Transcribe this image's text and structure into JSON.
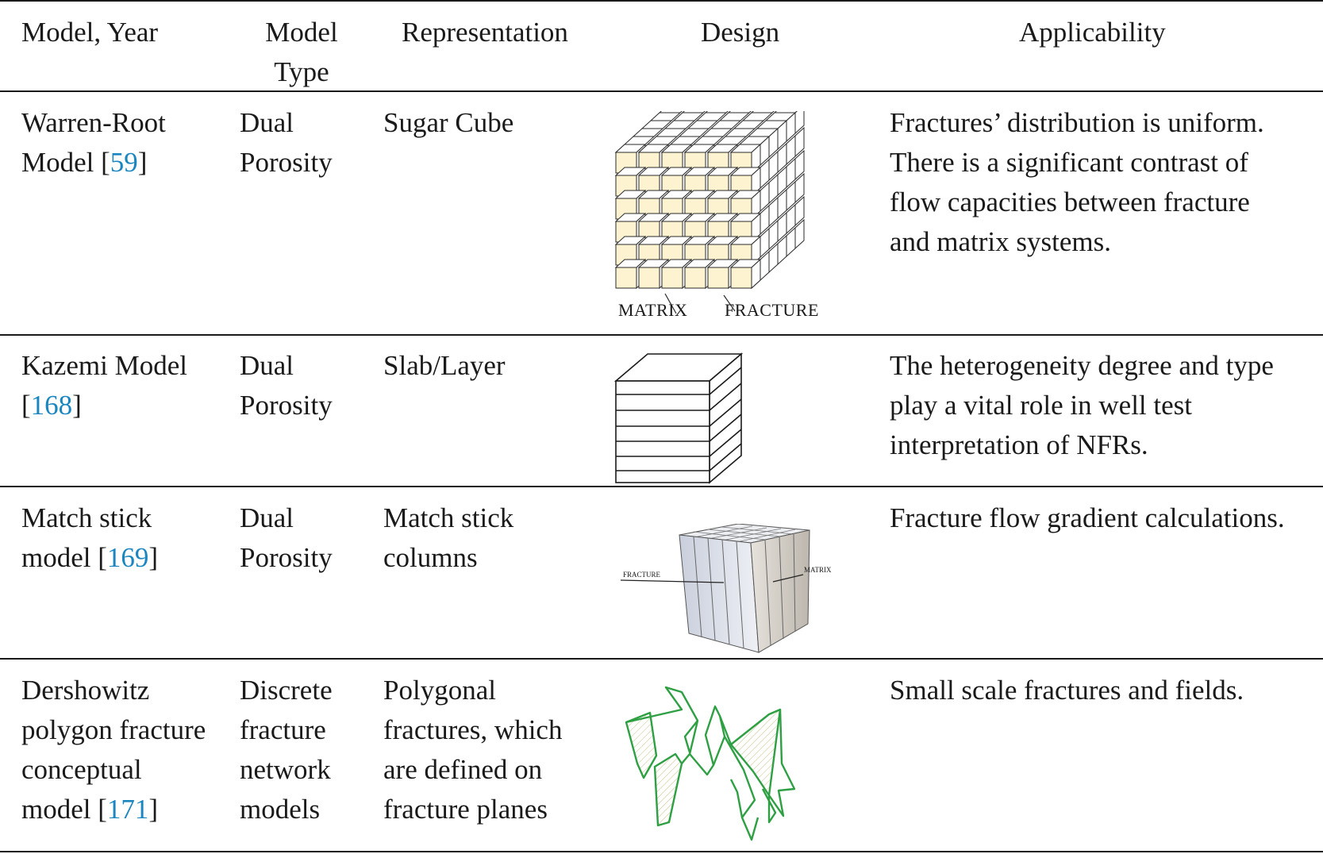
{
  "header": {
    "model_year": "Model, Year",
    "model_type_line1": "Model",
    "model_type_line2": "Type",
    "representation": "Representation",
    "design": "Design",
    "applicability": "Applicability"
  },
  "rows": [
    {
      "model_line1": "Warren-Root",
      "model_line2_prefix": "Model [",
      "ref": "59",
      "model_line2_suffix": "]",
      "type_line1": "Dual",
      "type_line2": "Porosity",
      "representation_lines": [
        "Sugar Cube"
      ],
      "design_labels": {
        "matrix": "MATRIX",
        "fracture": "FRACTURE"
      },
      "applicability_lines": [
        "Fractures’ distribution is uniform.",
        "There is a significant contrast of",
        "flow capacities between fracture",
        "and matrix systems."
      ]
    },
    {
      "model_line1": "Kazemi Model",
      "model_line2_prefix": "[",
      "ref": "168",
      "model_line2_suffix": "]",
      "type_line1": "Dual",
      "type_line2": "Porosity",
      "representation_lines": [
        "Slab/Layer"
      ],
      "applicability_lines": [
        "The heterogeneity degree and type",
        "play a vital role in well test",
        "interpretation of NFRs."
      ]
    },
    {
      "model_line1": "Match stick",
      "model_line2_prefix": "model [",
      "ref": "169",
      "model_line2_suffix": "]",
      "type_line1": "Dual",
      "type_line2": "Porosity",
      "representation_lines": [
        "Match stick",
        "columns"
      ],
      "design_labels": {
        "fracture": "FRACTURE",
        "matrix": "MATRIX"
      },
      "applicability_lines": [
        "Fracture flow gradient calculations."
      ]
    },
    {
      "model_lines": [
        "Dershowitz",
        "polygon fracture",
        "conceptual"
      ],
      "model_line4_prefix": "model [",
      "ref": "171",
      "model_line4_suffix": "]",
      "type_lines": [
        "Discrete",
        "fracture",
        "network",
        "models"
      ],
      "representation_lines": [
        "Polygonal",
        "fractures, which",
        "are defined on",
        "fracture planes"
      ],
      "applicability_lines": [
        "Small scale fractures and fields."
      ]
    }
  ],
  "colors": {
    "rule": "#1a1a1a",
    "reference_link": "#1a86c0",
    "cube_face": "#fdf3d0",
    "polygon_stroke": "#2ea043"
  }
}
